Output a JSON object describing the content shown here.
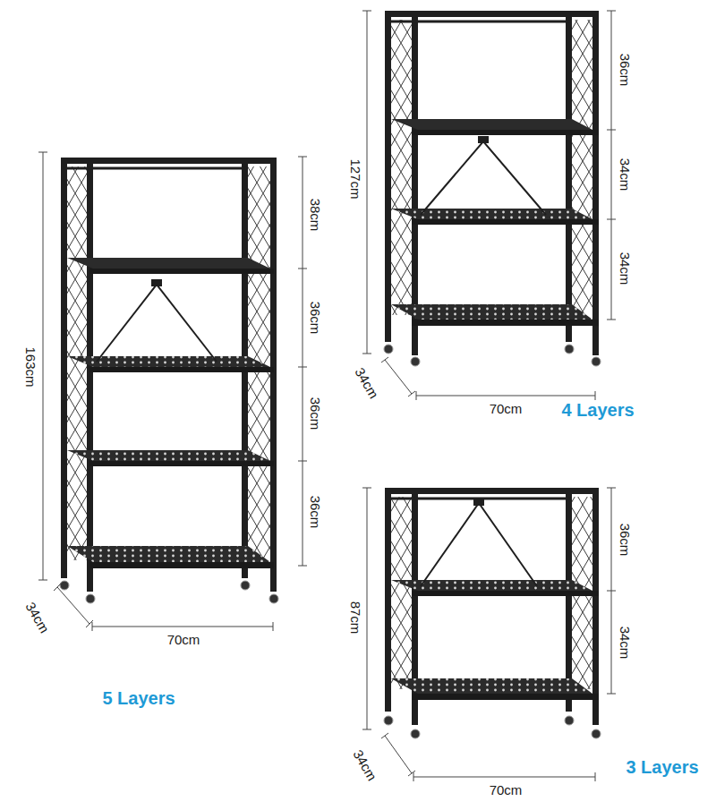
{
  "diagram": {
    "labels": [
      "163cm",
      "38cm",
      "36cm",
      "36cm",
      "36cm",
      "34cm",
      "70cm",
      "5 Layers",
      "127cm",
      "36cm",
      "34cm",
      "34cm",
      "34cm",
      "70cm",
      "4 Layers",
      "87cm",
      "36cm",
      "34cm",
      "34cm",
      "70cm",
      "3 Layers"
    ]
  }
}
